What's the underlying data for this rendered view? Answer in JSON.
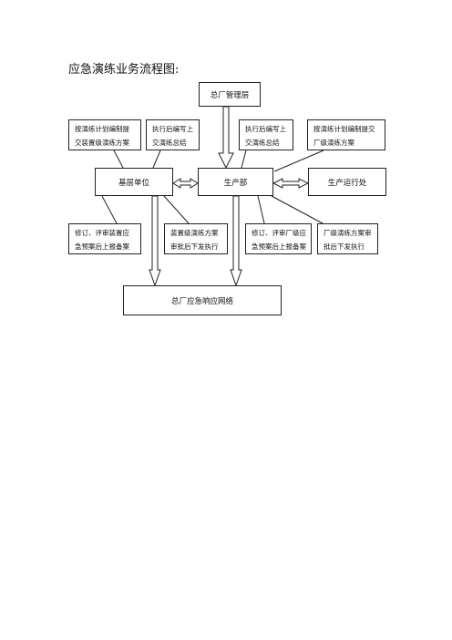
{
  "page": {
    "title": "应急演练业务流程图:"
  },
  "nodes": {
    "top_management": "总厂管理层",
    "grassroots_unit": "基层单位",
    "production_dept": "生产部",
    "production_ops": "生产运行处",
    "emergency_network": "总厂应急响应网络"
  },
  "notes": {
    "grassroots_plan": [
      "按演练计划编制提",
      "交装置级演练方案"
    ],
    "grassroots_summary": [
      "执行后编写上",
      "交演练总结"
    ],
    "production_summary": [
      "执行后编写上",
      "交演练总结"
    ],
    "production_plan": [
      "按演练计划编制提交",
      "厂级演练方案"
    ],
    "grassroots_revise": [
      "修订、评审装置应",
      "急预案后上报备案"
    ],
    "unit_plan_approval": [
      "装置级演练方案",
      "审批后下发执行"
    ],
    "plant_revise": [
      "修订、评审厂级应",
      "急预案后上报备案"
    ],
    "plant_plan_approval": [
      "厂级演练方案审",
      "批后下发执行"
    ]
  }
}
